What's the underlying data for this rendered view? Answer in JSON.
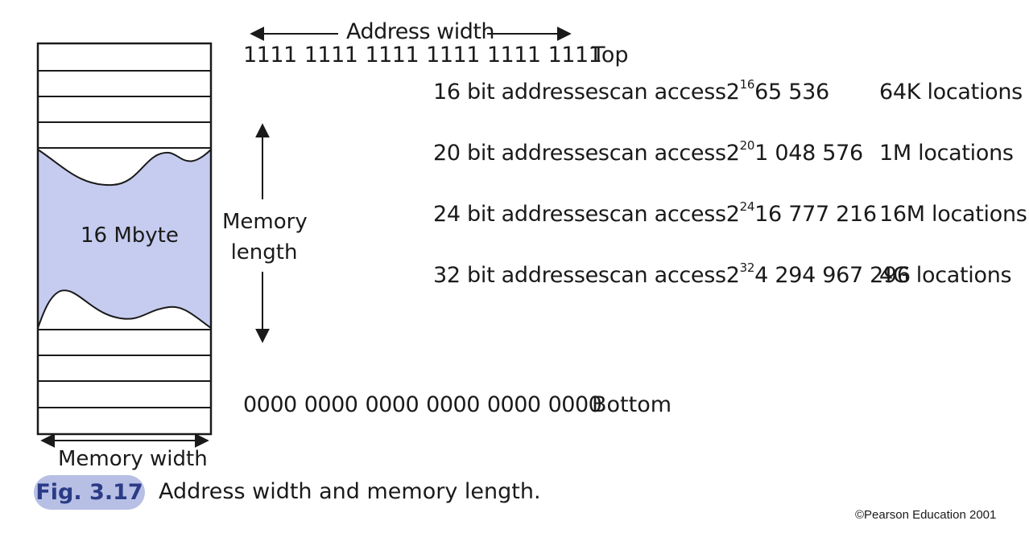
{
  "header": {
    "address_width_label": "Address width",
    "top_bits": [
      "1111",
      "1111",
      "1111",
      "1111",
      "1111",
      "1111"
    ],
    "top_label": "Top",
    "bottom_bits": [
      "0000",
      "0000",
      "0000",
      "0000",
      "0000",
      "0000"
    ],
    "bottom_label": "Bottom"
  },
  "memory_block": {
    "label": "16 Mbyte",
    "length_label_line1": "Memory",
    "length_label_line2": "length",
    "width_label": "Memory width"
  },
  "rows": [
    {
      "prefix": "16 bit addressescan access2",
      "exponent": "16",
      "value": "65 536",
      "locations": "64K locations"
    },
    {
      "prefix": "20 bit addressescan access2",
      "exponent": "20",
      "value": "1 048 576",
      "locations": "1M locations"
    },
    {
      "prefix": "24 bit addressescan access2",
      "exponent": "24",
      "value": "16 777 216",
      "locations": "16M locations"
    },
    {
      "prefix": "32 bit addressescan access2",
      "exponent": "32",
      "value": "4 294 967 296",
      "locations": "4G locations"
    }
  ],
  "figure": {
    "number": "Fig. 3.17",
    "caption": "Address width and memory length.",
    "credit": "©Pearson Education 2001"
  },
  "colors": {
    "fill": "#c6ccef",
    "badge": "#b7bfe5",
    "badge_text": "#2b3b86",
    "stroke": "#1a1a1a"
  }
}
